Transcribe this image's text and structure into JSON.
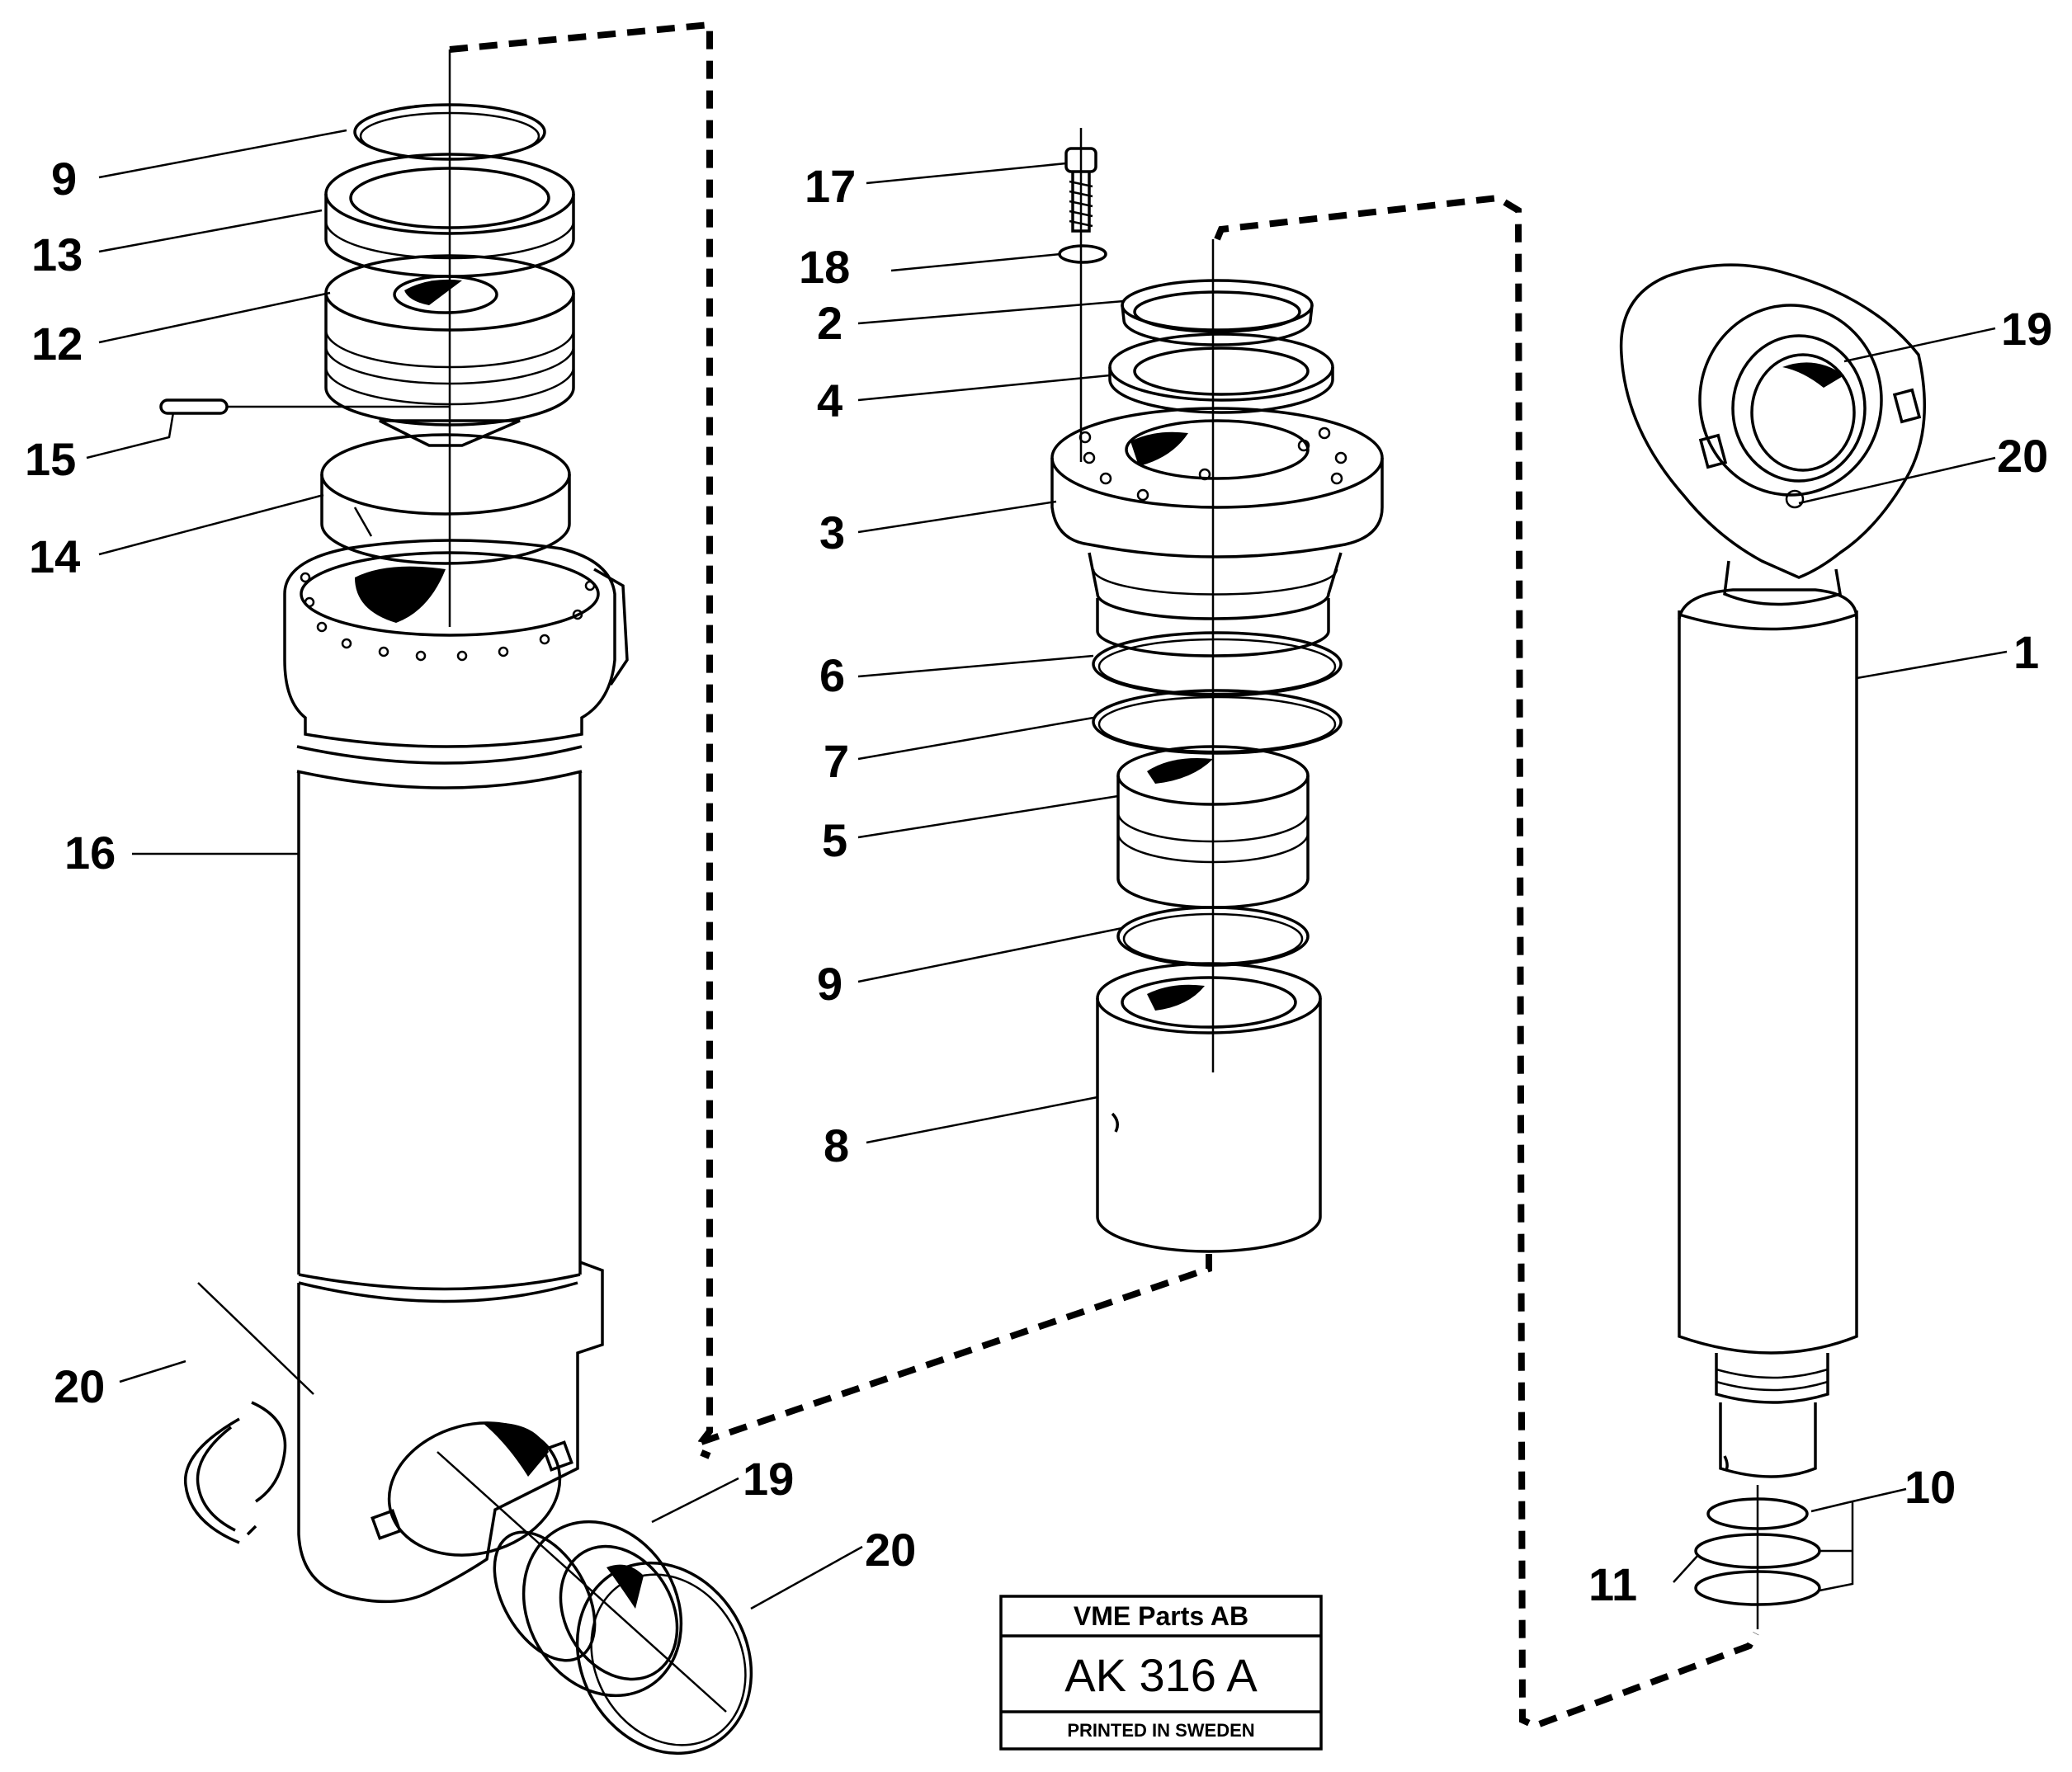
{
  "callouts": [
    {
      "id": "left-9",
      "label": "9"
    },
    {
      "id": "left-13",
      "label": "13"
    },
    {
      "id": "left-12",
      "label": "12"
    },
    {
      "id": "left-15",
      "label": "15"
    },
    {
      "id": "left-14",
      "label": "14"
    },
    {
      "id": "left-16",
      "label": "16"
    },
    {
      "id": "left-20a",
      "label": "20"
    },
    {
      "id": "left-19",
      "label": "19"
    },
    {
      "id": "left-20b",
      "label": "20"
    },
    {
      "id": "mid-17",
      "label": "17"
    },
    {
      "id": "mid-18",
      "label": "18"
    },
    {
      "id": "mid-2",
      "label": "2"
    },
    {
      "id": "mid-4",
      "label": "4"
    },
    {
      "id": "mid-3",
      "label": "3"
    },
    {
      "id": "mid-6",
      "label": "6"
    },
    {
      "id": "mid-7",
      "label": "7"
    },
    {
      "id": "mid-5",
      "label": "5"
    },
    {
      "id": "mid-9",
      "label": "9"
    },
    {
      "id": "mid-8",
      "label": "8"
    },
    {
      "id": "right-19",
      "label": "19"
    },
    {
      "id": "right-20",
      "label": "20"
    },
    {
      "id": "right-1",
      "label": "1"
    },
    {
      "id": "right-10",
      "label": "10"
    },
    {
      "id": "right-11",
      "label": "11"
    }
  ],
  "title_block": {
    "company": "VME Parts AB",
    "code": "AK 316 A",
    "printed": "PRINTED IN SWEDEN"
  }
}
